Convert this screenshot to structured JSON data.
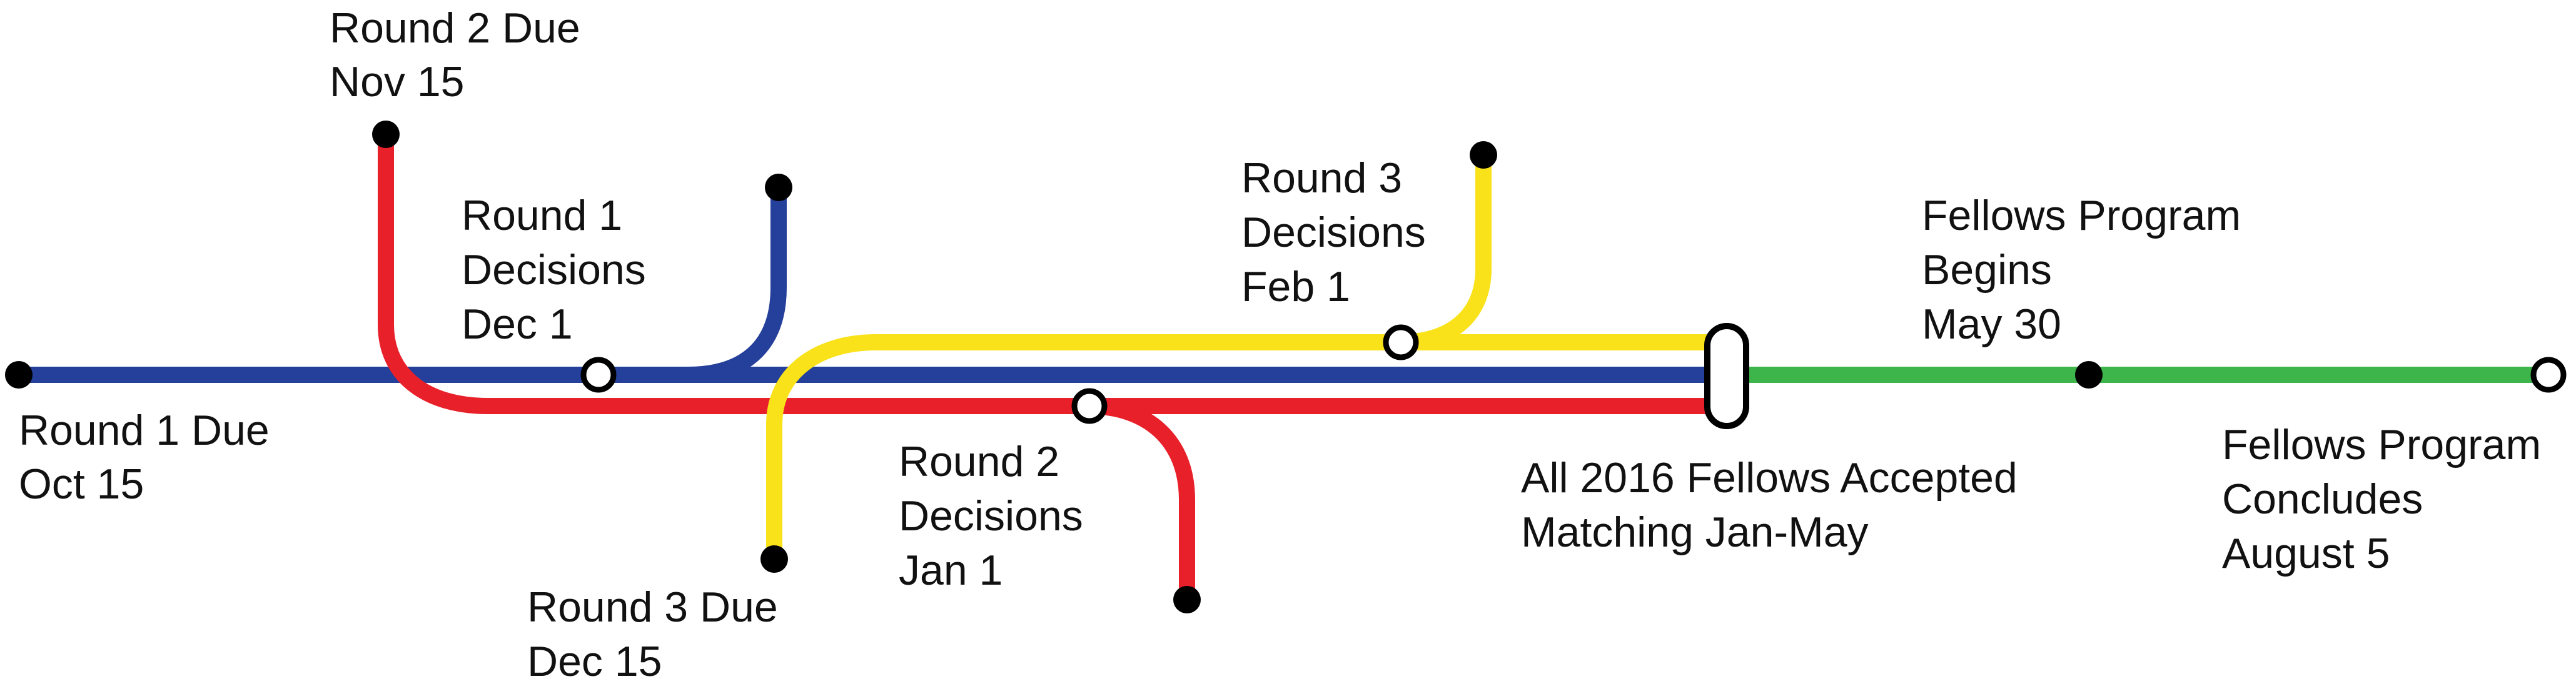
{
  "colors": {
    "blue": "#24409A",
    "red": "#E8202A",
    "yellow": "#F9E21A",
    "green": "#3DB54A",
    "stop": "#000000"
  },
  "labels": {
    "round1_due": [
      "Round 1 Due",
      "Oct 15"
    ],
    "round2_due": [
      "Round 2 Due",
      "Nov 15"
    ],
    "round1_decisions": [
      "Round 1",
      "Decisions",
      "Dec 1"
    ],
    "round2_decisions": [
      "Round 2",
      "Decisions",
      "Jan 1"
    ],
    "round3_decisions": [
      "Round 3",
      "Decisions",
      "Feb 1"
    ],
    "round3_due": [
      "Round 3 Due",
      "Dec 15"
    ],
    "all_accepted": [
      "All 2016 Fellows Accepted",
      "Matching Jan-May"
    ],
    "program_begins": [
      "Fellows Program",
      "Begins",
      "May 30"
    ],
    "program_concludes": [
      "Fellows Program",
      "Concludes",
      "August 5"
    ]
  }
}
